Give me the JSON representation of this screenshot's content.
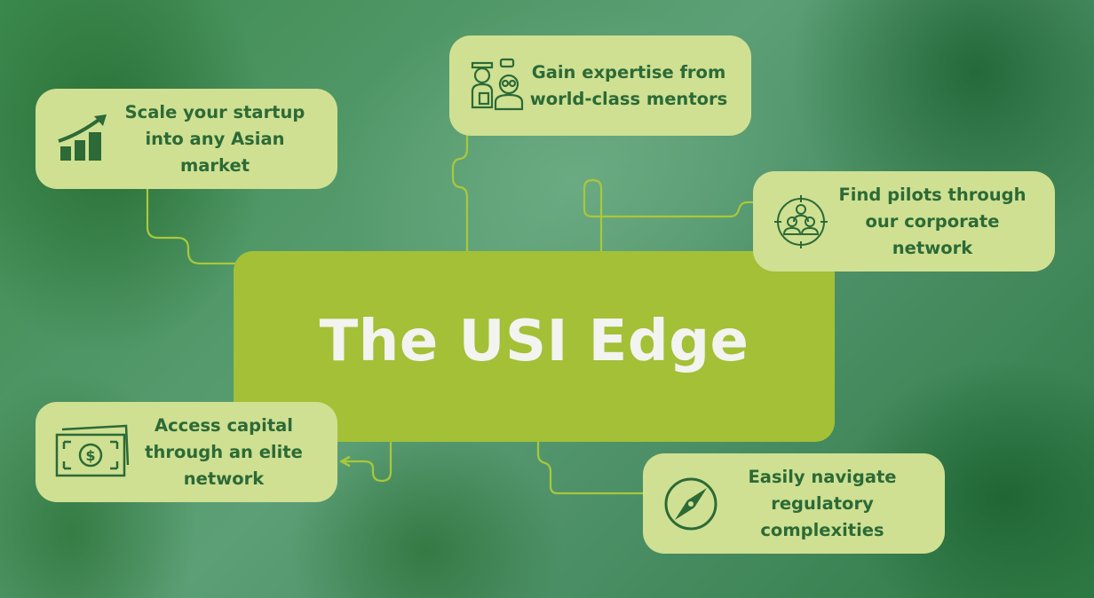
{
  "center": {
    "title": "The USI Edge"
  },
  "cards": [
    {
      "text": "Scale your startup into any Asian market",
      "icon": "growth-chart-icon"
    },
    {
      "text": "Gain expertise from world-class mentors",
      "icon": "mentors-icon"
    },
    {
      "text": "Find pilots through our corporate network",
      "icon": "target-network-icon"
    },
    {
      "text": "Access capital through an elite network",
      "icon": "dollar-bill-icon"
    },
    {
      "text": "Easily navigate regulatory complexities",
      "icon": "compass-icon"
    }
  ],
  "colors": {
    "card": "#cfe092",
    "center": "#a3c037",
    "text": "#2c6a37",
    "connector": "#a9c83a"
  }
}
